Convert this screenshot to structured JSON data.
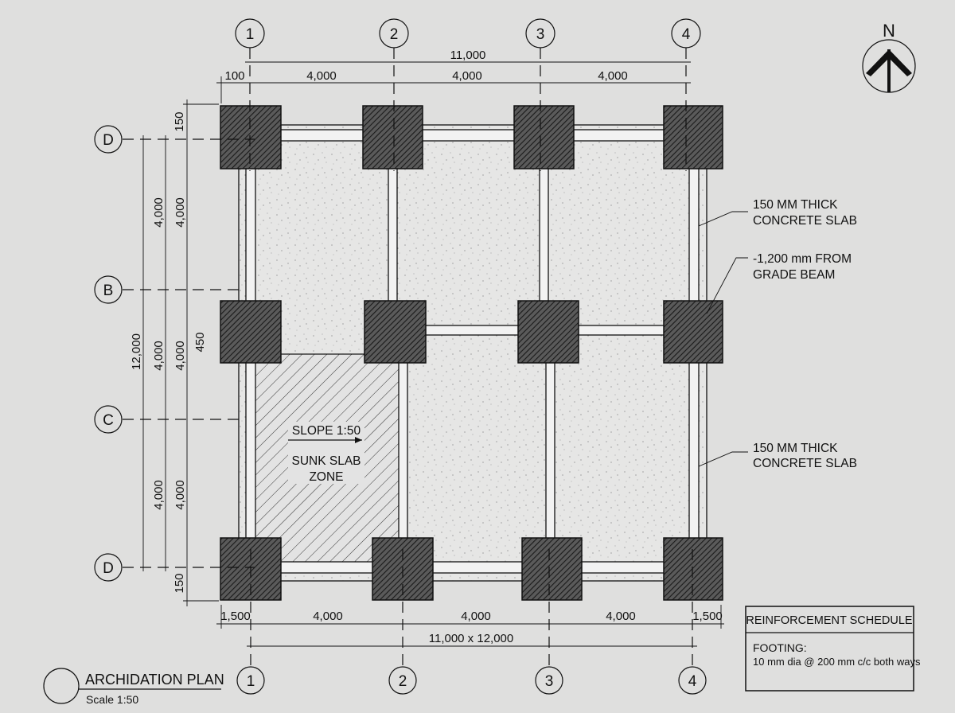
{
  "grid": {
    "columns": [
      "1",
      "2",
      "3",
      "4"
    ],
    "rows_left": [
      "D",
      "B",
      "C",
      "D"
    ]
  },
  "top_dims": {
    "overall": "11,000",
    "edge": "100",
    "spans": [
      "4,000",
      "4,000",
      "4,000"
    ]
  },
  "left_dims": {
    "top_edge": "150",
    "bottom_edge": "150",
    "overall": "12,000",
    "middle": "450",
    "spans_a": [
      "4,000",
      "4,000",
      "4,000"
    ],
    "spans_b": [
      "4,000",
      "4,000",
      "4,000"
    ]
  },
  "bottom_dims": {
    "edge_left": "1,500",
    "edge_right": "1,500",
    "spans": [
      "4,000",
      "4,000",
      "4,000"
    ],
    "overall": "11,000 x 12,000"
  },
  "notes": {
    "slab_top": [
      "150 MM THICK",
      "CONCRETE SLAB"
    ],
    "grade_beam": [
      "-1,200 mm FROM",
      "GRADE BEAM"
    ],
    "slab_bottom": [
      "150 MM THICK",
      "CONCRETE SLAB"
    ],
    "slope": "SLOPE 1:50",
    "sunk": [
      "SUNK SLAB",
      "ZONE"
    ]
  },
  "north": "N",
  "title": {
    "name": "ARCHIDATION PLAN",
    "scale": "Scale 1:50"
  },
  "schedule": {
    "header": "REINFORCEMENT SCHEDULE",
    "label": "FOOTING:",
    "detail": "10 mm dia @ 200 mm c/c both ways"
  }
}
